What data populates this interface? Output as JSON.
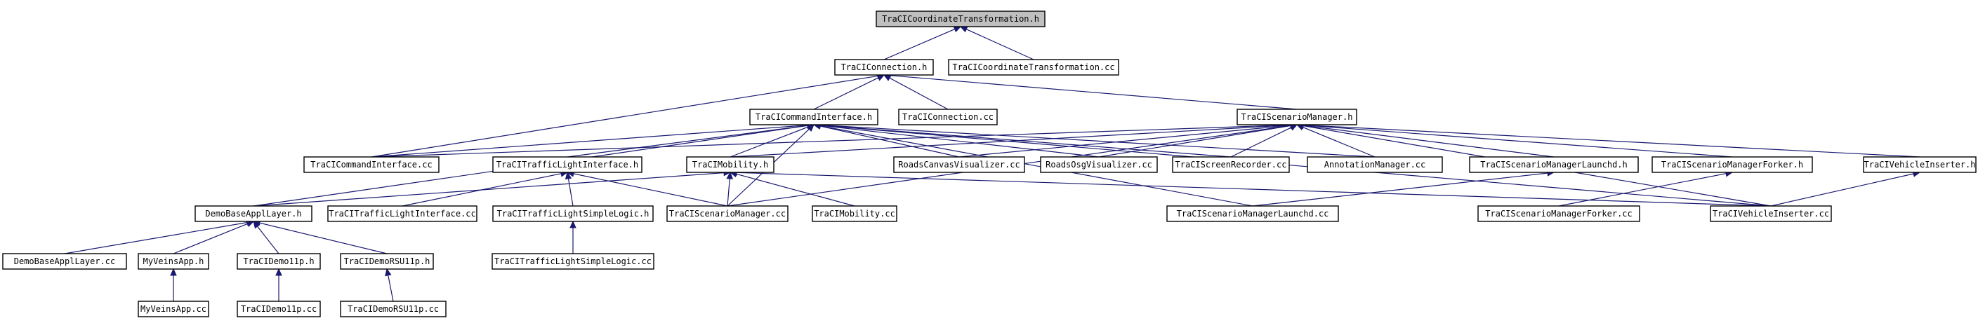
{
  "diagram": {
    "type": "include-dependency-graph",
    "colors": {
      "root_fill": "#bfbfbf",
      "node_fill": "#ffffff",
      "border": "#000000",
      "edge": "#191970"
    },
    "nodes": [
      {
        "id": "root",
        "label": "TraCICoordinateTransformation.h",
        "root": true
      },
      {
        "id": "conn_h",
        "label": "TraCIConnection.h"
      },
      {
        "id": "ct_cc",
        "label": "TraCICoordinateTransformation.cc"
      },
      {
        "id": "cmd_h",
        "label": "TraCICommandInterface.h"
      },
      {
        "id": "conn_cc",
        "label": "TraCIConnection.cc"
      },
      {
        "id": "sm_h",
        "label": "TraCIScenarioManager.h"
      },
      {
        "id": "cmd_cc",
        "label": "TraCICommandInterface.cc"
      },
      {
        "id": "tli_h",
        "label": "TraCITrafficLightInterface.h"
      },
      {
        "id": "mob_h",
        "label": "TraCIMobility.h"
      },
      {
        "id": "rcv_cc",
        "label": "RoadsCanvasVisualizer.cc"
      },
      {
        "id": "rov_cc",
        "label": "RoadsOsgVisualizer.cc"
      },
      {
        "id": "scr_cc",
        "label": "TraCIScreenRecorder.cc"
      },
      {
        "id": "ann_cc",
        "label": "AnnotationManager.cc"
      },
      {
        "id": "sml_h",
        "label": "TraCIScenarioManagerLaunchd.h"
      },
      {
        "id": "smf_h",
        "label": "TraCIScenarioManagerForker.h"
      },
      {
        "id": "vi_h",
        "label": "TraCIVehicleInserter.h"
      },
      {
        "id": "dbal_h",
        "label": "DemoBaseApplLayer.h"
      },
      {
        "id": "tli_cc",
        "label": "TraCITrafficLightInterface.cc"
      },
      {
        "id": "tlsl_h",
        "label": "TraCITrafficLightSimpleLogic.h"
      },
      {
        "id": "sm_cc",
        "label": "TraCIScenarioManager.cc"
      },
      {
        "id": "mob_cc",
        "label": "TraCIMobility.cc"
      },
      {
        "id": "sml_cc",
        "label": "TraCIScenarioManagerLaunchd.cc"
      },
      {
        "id": "smf_cc",
        "label": "TraCIScenarioManagerForker.cc"
      },
      {
        "id": "vi_cc",
        "label": "TraCIVehicleInserter.cc"
      },
      {
        "id": "dbal_cc",
        "label": "DemoBaseApplLayer.cc"
      },
      {
        "id": "mva_h",
        "label": "MyVeinsApp.h"
      },
      {
        "id": "d11_h",
        "label": "TraCIDemo11p.h"
      },
      {
        "id": "drsu_h",
        "label": "TraCIDemoRSU11p.h"
      },
      {
        "id": "tlsl_cc",
        "label": "TraCITrafficLightSimpleLogic.cc"
      },
      {
        "id": "mva_cc",
        "label": "MyVeinsApp.cc"
      },
      {
        "id": "d11_cc",
        "label": "TraCIDemo11p.cc"
      },
      {
        "id": "drsu_cc",
        "label": "TraCIDemoRSU11p.cc"
      }
    ],
    "edges": [
      [
        "conn_h",
        "root"
      ],
      [
        "ct_cc",
        "root"
      ],
      [
        "cmd_h",
        "conn_h"
      ],
      [
        "conn_cc",
        "conn_h"
      ],
      [
        "sm_h",
        "conn_h"
      ],
      [
        "cmd_cc",
        "conn_h"
      ],
      [
        "cmd_cc",
        "cmd_h"
      ],
      [
        "tli_h",
        "cmd_h"
      ],
      [
        "mob_h",
        "cmd_h"
      ],
      [
        "rcv_cc",
        "cmd_h"
      ],
      [
        "rov_cc",
        "cmd_h"
      ],
      [
        "scr_cc",
        "cmd_h"
      ],
      [
        "ann_cc",
        "cmd_h"
      ],
      [
        "dbal_h",
        "cmd_h"
      ],
      [
        "sm_cc",
        "cmd_h"
      ],
      [
        "sml_cc",
        "cmd_h"
      ],
      [
        "vi_cc",
        "cmd_h"
      ],
      [
        "mob_h",
        "sm_h"
      ],
      [
        "rcv_cc",
        "sm_h"
      ],
      [
        "rov_cc",
        "sm_h"
      ],
      [
        "scr_cc",
        "sm_h"
      ],
      [
        "ann_cc",
        "sm_h"
      ],
      [
        "sml_h",
        "sm_h"
      ],
      [
        "smf_h",
        "sm_h"
      ],
      [
        "vi_h",
        "sm_h"
      ],
      [
        "sm_cc",
        "sm_h"
      ],
      [
        "cmd_cc",
        "sm_h"
      ],
      [
        "vi_cc",
        "sm_h"
      ],
      [
        "tli_cc",
        "tli_h"
      ],
      [
        "tlsl_h",
        "tli_h"
      ],
      [
        "sm_cc",
        "tli_h"
      ],
      [
        "dbal_h",
        "mob_h"
      ],
      [
        "sm_cc",
        "mob_h"
      ],
      [
        "mob_cc",
        "mob_h"
      ],
      [
        "vi_cc",
        "mob_h"
      ],
      [
        "sml_cc",
        "sml_h"
      ],
      [
        "smf_cc",
        "smf_h"
      ],
      [
        "vi_cc",
        "vi_h"
      ],
      [
        "tlsl_cc",
        "tlsl_h"
      ],
      [
        "dbal_cc",
        "dbal_h"
      ],
      [
        "mva_h",
        "dbal_h"
      ],
      [
        "d11_h",
        "dbal_h"
      ],
      [
        "drsu_h",
        "dbal_h"
      ],
      [
        "mva_cc",
        "mva_h"
      ],
      [
        "d11_cc",
        "d11_h"
      ],
      [
        "drsu_cc",
        "drsu_h"
      ]
    ]
  }
}
